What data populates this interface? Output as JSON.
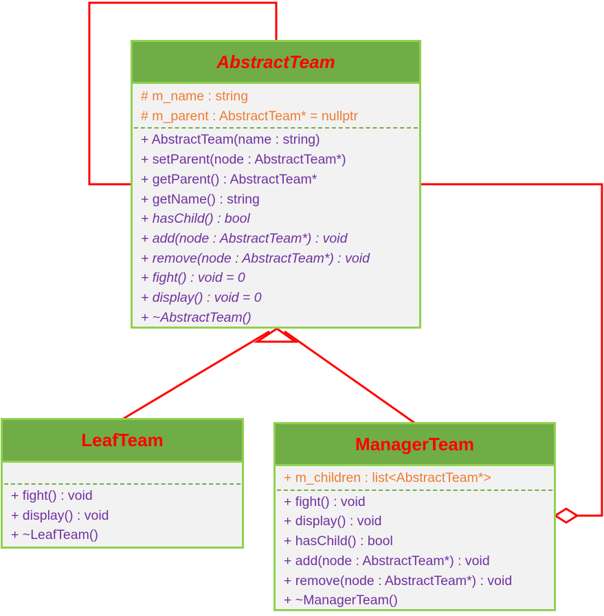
{
  "colors": {
    "header_fill": "#70ad47",
    "box_border": "#8fd14f",
    "box_fill": "#f2f2f2",
    "class_name": "#ff0000",
    "attribute_text": "#ed7d31",
    "operation_text": "#7030a0",
    "relation_line": "#ff0000"
  },
  "classes": {
    "abstract_team": {
      "name": "AbstractTeam",
      "attributes": [
        "# m_name : string",
        "# m_parent : AbstractTeam* = nullptr"
      ],
      "operations": [
        "+ AbstractTeam(name : string)",
        "+ setParent(node : AbstractTeam*)",
        "+ getParent() : AbstractTeam*",
        "+ getName() : string",
        "+ hasChild() : bool",
        "+ add(node : AbstractTeam*) : void",
        "+ remove(node : AbstractTeam*) : void",
        "+ fight() : void = 0",
        "+ display() : void = 0",
        "+ ~AbstractTeam()"
      ]
    },
    "leaf_team": {
      "name": "LeafTeam",
      "operations": [
        "+ fight() : void",
        "+ display() : void",
        "+ ~LeafTeam()"
      ]
    },
    "manager_team": {
      "name": "ManagerTeam",
      "attributes": [
        "+ m_children : list<AbstractTeam*>"
      ],
      "operations": [
        "+ fight() : void",
        "+ display() : void",
        "+ hasChild() : bool",
        "+ add(node : AbstractTeam*) : void",
        "+ remove(node : AbstractTeam*) : void",
        "+ ~ManagerTeam()"
      ]
    }
  },
  "relations": [
    {
      "kind": "self-association",
      "from": "AbstractTeam",
      "to": "AbstractTeam"
    },
    {
      "kind": "generalization",
      "from": "LeafTeam",
      "to": "AbstractTeam"
    },
    {
      "kind": "generalization",
      "from": "ManagerTeam",
      "to": "AbstractTeam"
    },
    {
      "kind": "aggregation",
      "whole": "ManagerTeam",
      "part": "AbstractTeam"
    }
  ]
}
